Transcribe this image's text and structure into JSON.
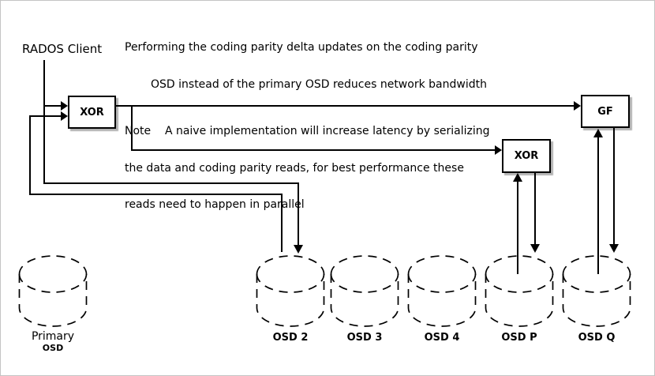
{
  "note": {
    "para1": [
      "Performing the coding parity delta updates on the coding parity",
      "OSD instead of the primary OSD reduces network bandwidth"
    ],
    "para2": [
      "Note    A naive implementation will increase latency by serializing",
      "the data and coding parity reads, for best performance these",
      "reads need to happen in parallel"
    ]
  },
  "client_label": "RADOS Client",
  "nodes": {
    "xor1": "XOR",
    "xor2": "XOR",
    "gf": "GF"
  },
  "primary_osd": {
    "line1": "Primary",
    "line2": "OSD"
  },
  "osd_labels": [
    "OSD 2",
    "OSD 3",
    "OSD 4",
    "OSD P",
    "OSD Q"
  ],
  "colors": {
    "line": "#000000",
    "box_background": "#ffffff",
    "box_shadow": "#b2b2b2",
    "page_border": "#c4c4c4"
  },
  "edges": [
    "RADOS Client -> XOR (new data)",
    "OSD 2 -> XOR (old data read)",
    "RADOS Client -> OSD 2 (write)",
    "XOR -> GF",
    "XOR -> XOR (second)",
    "OSD P -> XOR (read)",
    "XOR -> OSD P (write)",
    "OSD Q -> GF (read)",
    "GF -> OSD Q (write)"
  ]
}
